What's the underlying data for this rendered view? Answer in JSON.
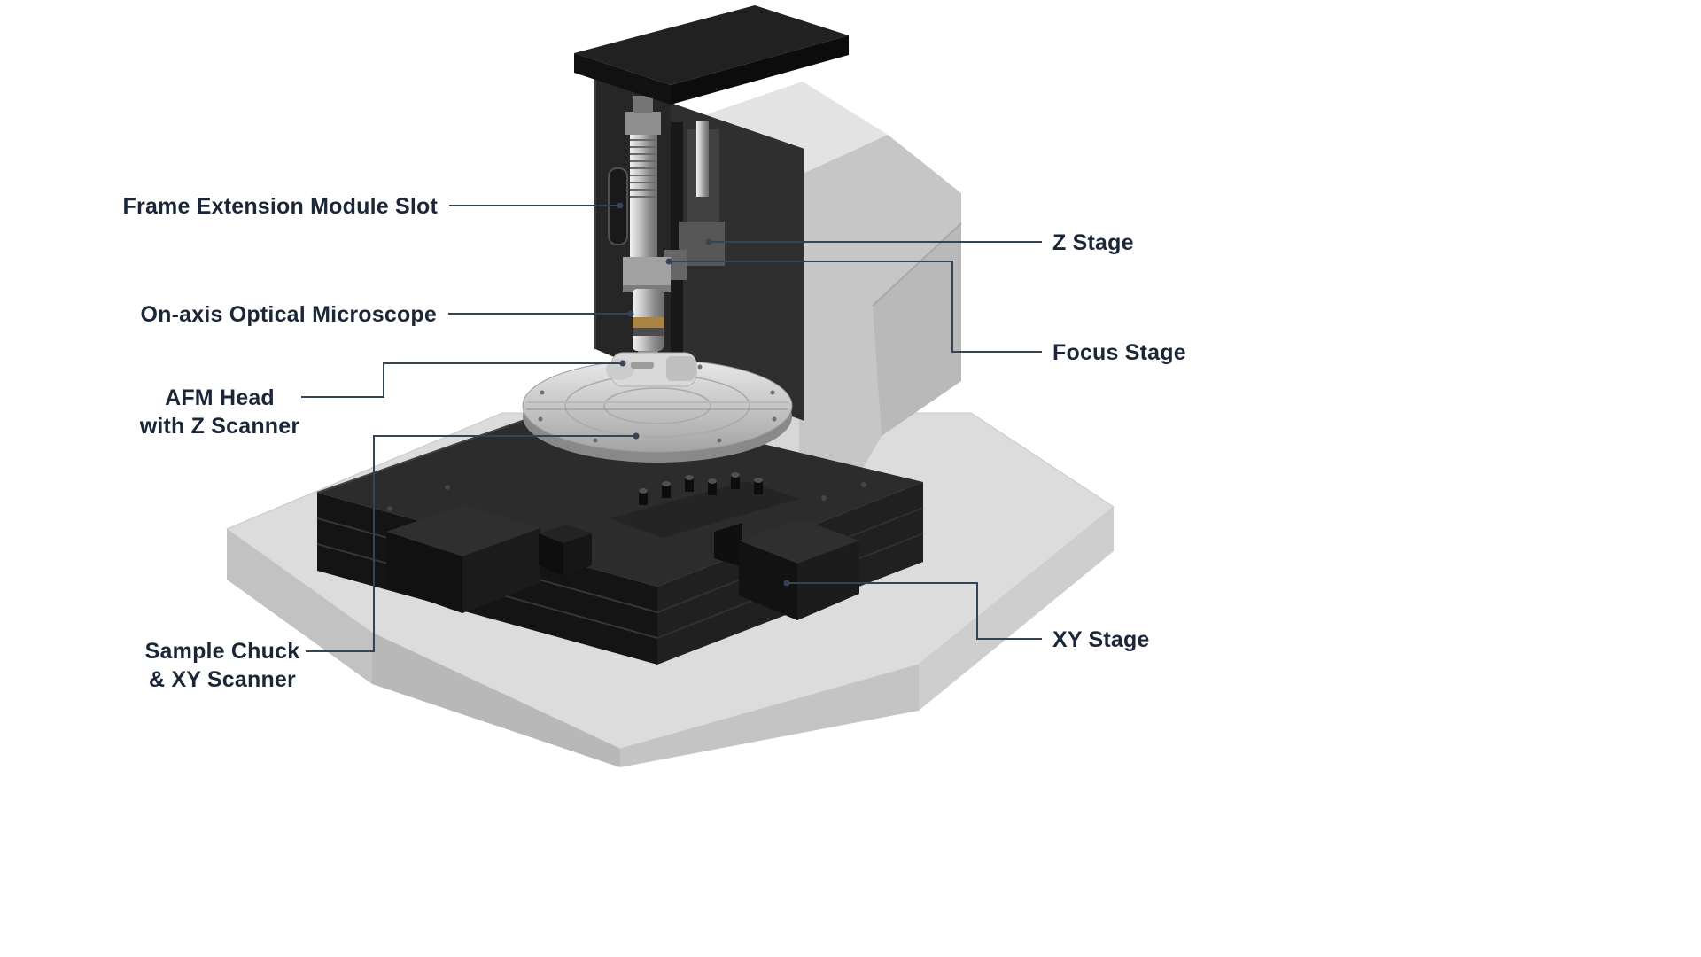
{
  "diagram": {
    "type": "labeled-illustration",
    "subject": "Atomic force microscope system with labeled components",
    "background_color": "#ffffff",
    "label_color": "#1b2637",
    "leader_line_color": "#344356",
    "labels": {
      "frame_extension_slot": "Frame Extension Module Slot",
      "optical_microscope": "On-axis Optical Microscope",
      "afm_head_line1": "AFM Head",
      "afm_head_line2": "with Z Scanner",
      "sample_chuck_line1": "Sample Chuck",
      "sample_chuck_line2": "& XY Scanner",
      "z_stage": "Z Stage",
      "focus_stage": "Focus Stage",
      "xy_stage": "XY Stage"
    },
    "illustration_colors": {
      "granite_base": "#dcdcdc",
      "granite_frame": "#cfcfcf",
      "column_black": "#262626",
      "stage_black": "#1d1d1d",
      "chuck_silver": "#c9c9c9",
      "brass_ring": "#a98443"
    }
  }
}
